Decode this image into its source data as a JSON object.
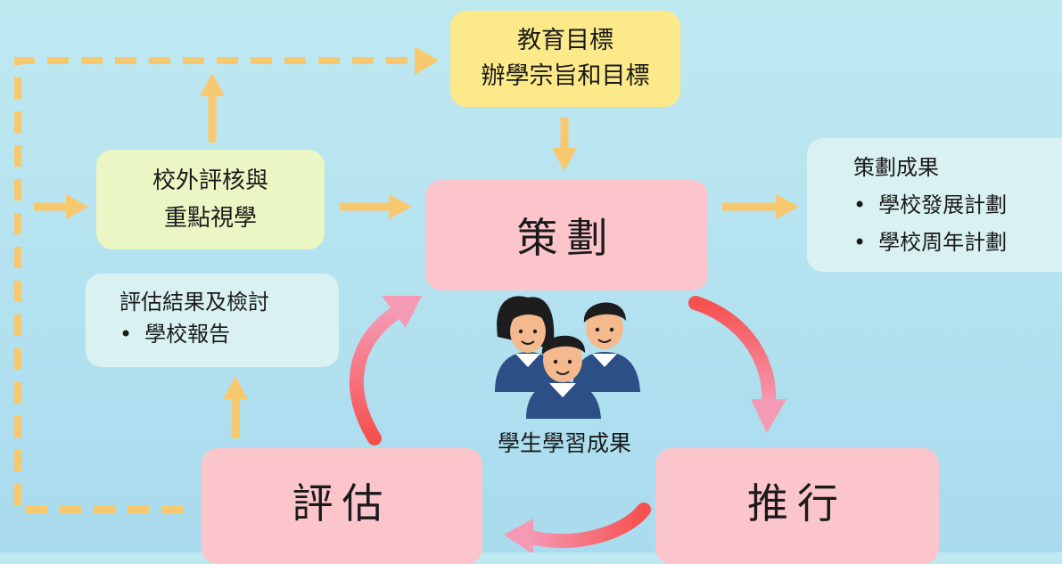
{
  "education_goal": {
    "line1": "教育目標",
    "line2": "辦學宗旨和目標"
  },
  "external_review": {
    "line1": "校外評核與",
    "line2": "重點視學"
  },
  "planning": {
    "label": "策劃"
  },
  "planning_results": {
    "title": "策劃成果",
    "items": [
      "學校發展計劃",
      "學校周年計劃"
    ]
  },
  "evaluation_review": {
    "title": "評估結果及檢討",
    "items": [
      "學校報告"
    ]
  },
  "evaluation": {
    "label": "評估"
  },
  "implementation": {
    "label": "推行"
  },
  "student_outcomes": {
    "label": "學生學習成果"
  },
  "colors": {
    "goal_box": "#fce98a",
    "external_box": "#eaf6c3",
    "cycle_box": "#fbc5cb",
    "result_box": "#d9f2f1",
    "orange_arrow": "#f8c86e",
    "cycle_arrow": "#f26b6b"
  },
  "icons": [
    "students-icon"
  ]
}
